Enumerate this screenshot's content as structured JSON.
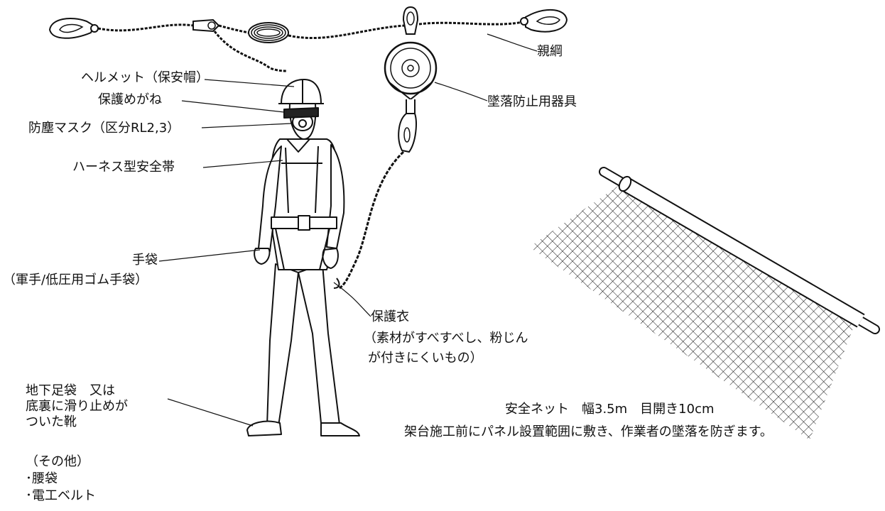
{
  "labels": {
    "oyazuna": "親綱",
    "helmet": "ヘルメット（保安帽）",
    "goggles": "保護めがね",
    "mask": "防塵マスク（区分RL2,3）",
    "fall_arrester": "墜落防止用器具",
    "harness": "ハーネス型安全帯",
    "gloves": "手袋",
    "gloves_note": "（軍手/低圧用ゴム手袋）",
    "clothing": "保護衣",
    "clothing_note_1": "（素材がすべすべし、粉じん",
    "clothing_note_2": "が付きにくいもの）",
    "shoes_1": "地下足袋　又は",
    "shoes_2": "底裏に滑り止めが",
    "shoes_3": "ついた靴",
    "others_title": "（その他）",
    "others_1": "･腰袋",
    "others_2": "･電工ベルト",
    "net_spec": "安全ネット　幅3.5m　目開き10cm",
    "net_desc": "架台施工前にパネル設置範囲に敷き、作業者の墜落を防ぎます。"
  },
  "colors": {
    "line": "#111111",
    "background": "#ffffff"
  }
}
